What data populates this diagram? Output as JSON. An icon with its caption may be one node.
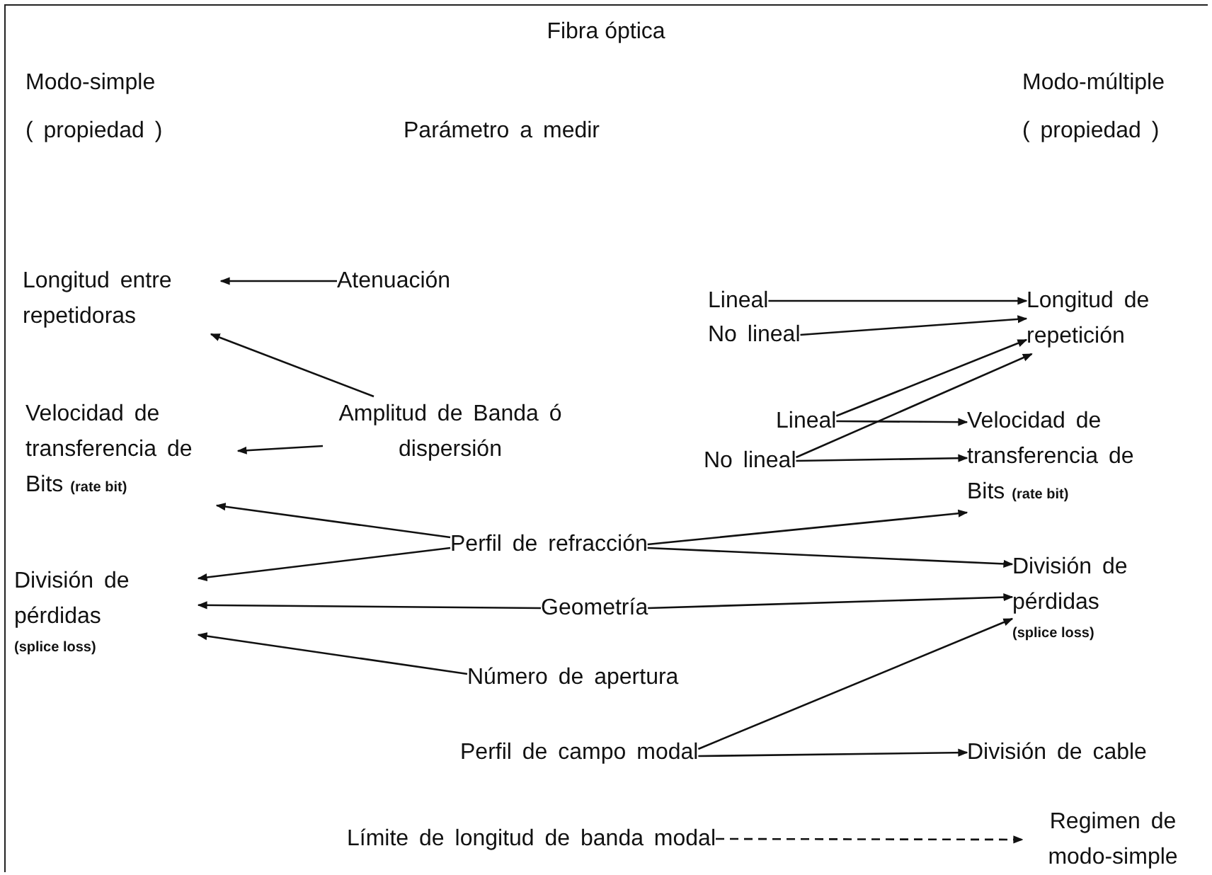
{
  "diagram": {
    "title": "Fibra óptica",
    "nodes": [
      {
        "text": [
          "Longitud entre repetidoras"
        ]
      },
      {
        "text": [
          "Atenuación"
        ]
      },
      {
        "text": [
          "Lineal"
        ]
      },
      {
        "text": [
          "No lineal"
        ]
      },
      {
        "text": [
          "Longitud de repetición"
        ]
      },
      {
        "text": [
          "Velocidad de transferencia de Bits",
          "(rate bit)"
        ]
      },
      {
        "text": [
          "Amplitud de Banda ó dispersión"
        ]
      },
      {
        "text": [
          "Lineal"
        ]
      },
      {
        "text": [
          "No lineal"
        ]
      },
      {
        "text": [
          "Velocidad de transferencia de Bits",
          "(rate bit)"
        ]
      },
      {
        "text": [
          "Perfil de refracción"
        ]
      },
      {
        "text": [
          "División de pérdidas",
          "(splice loss)"
        ]
      },
      {
        "text": [
          "División de pérdidas",
          "(splice loss)"
        ]
      },
      {
        "text": [
          "Geometría"
        ]
      },
      {
        "text": [
          "Número de apertura"
        ]
      },
      {
        "text": [
          "Perfil de campo modal"
        ]
      },
      {
        "text": [
          "División de cable"
        ]
      },
      {
        "text": [
          "Límite de longitud de banda modal"
        ]
      },
      {
        "text": [
          "Regimen de modo-simple"
        ]
      }
    ],
    "edges": [
      {
        "from": 1,
        "to": 0,
        "arrow": "to"
      },
      {
        "from": 6,
        "to": 0,
        "arrow": "to"
      },
      {
        "from": 6,
        "to": 5,
        "arrow": "to"
      },
      {
        "from": 2,
        "to": 4,
        "arrow": "to"
      },
      {
        "from": 3,
        "to": 4,
        "arrow": "to"
      },
      {
        "from": 7,
        "to": 4,
        "arrow": "to"
      },
      {
        "from": 8,
        "to": 4,
        "arrow": "to"
      },
      {
        "from": 7,
        "to": 9,
        "arrow": "to"
      },
      {
        "from": 8,
        "to": 9,
        "arrow": "to"
      },
      {
        "from": 10,
        "to": 5,
        "arrow": "to"
      },
      {
        "from": 10,
        "to": 9,
        "arrow": "to"
      },
      {
        "from": 10,
        "to": 11,
        "arrow": "to"
      },
      {
        "from": 10,
        "to": 12,
        "arrow": "to"
      },
      {
        "from": 13,
        "to": 11,
        "arrow": "to"
      },
      {
        "from": 13,
        "to": 12,
        "arrow": "to"
      },
      {
        "from": 14,
        "to": 11,
        "arrow": "to"
      },
      {
        "from": 15,
        "to": 12,
        "arrow": "to"
      },
      {
        "from": 15,
        "to": 16,
        "arrow": "to"
      },
      {
        "from": 17,
        "to": 18,
        "arrow": "to",
        "style": "dashed"
      }
    ],
    "labels": [
      "Modo-simple",
      "Modo-múltiple",
      "( propiedad )",
      "Parámetro a medir",
      "( propiedad )"
    ]
  }
}
